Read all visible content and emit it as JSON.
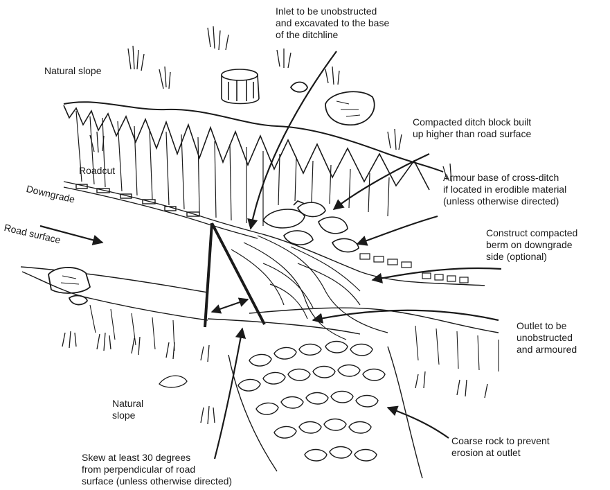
{
  "labels": {
    "natural_slope_top": "Natural slope",
    "inlet": "Inlet to be unobstructed\nand excavated to the base\nof the ditchline",
    "ditch_block": "Compacted ditch block built\nup higher than road surface",
    "armour_base": "Armour base of cross-ditch\nif located in erodible material\n(unless otherwise directed)",
    "berm": "Construct compacted\nberm on downgrade\nside (optional)",
    "roadcut": "Roadcut",
    "downgrade": "Downgrade",
    "road_surface": "Road surface",
    "outlet": "Outlet to be\nunobstructed\nand armoured",
    "natural_slope_bottom": "Natural\nslope",
    "coarse_rock": "Coarse rock to prevent\nerosion at outlet",
    "skew": "Skew at least 30 degrees\nfrom perpendicular of road\nsurface (unless otherwise directed)"
  },
  "colors": {
    "ink": "#1a1a1a",
    "background": "#ffffff"
  }
}
